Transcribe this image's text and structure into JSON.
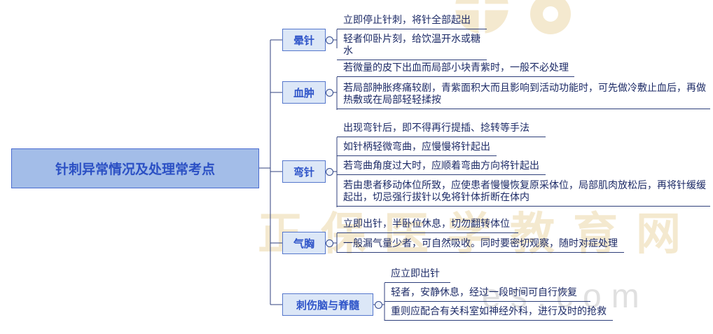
{
  "root": {
    "label": "针刺异常情况及处理常考点"
  },
  "branches": [
    {
      "label": "晕针",
      "items": [
        "立即停止针刺，将针全部起出",
        "轻者仰卧片刻，给饮温开水或糖水"
      ]
    },
    {
      "label": "血肿",
      "items": [
        "若微量的皮下出血而局部小块青紫时，一般不必处理",
        "若局部肿胀疼痛较剧，青紫面积大而且影响到活动功能时，可先做冷敷止血后，再做热敷或在局部轻轻揉按"
      ]
    },
    {
      "label": "弯针",
      "items": [
        "出现弯针后，即不得再行提插、捻转等手法",
        "如针柄轻微弯曲，应慢慢将针起出",
        "若弯曲角度过大时，应顺着弯曲方向将针起出",
        "若由患者移动体位所致，应使患者慢慢恢复原采体位，局部肌肉放松后，再将针缓缓起出，切忌强行拔针以免将针体折断在体内"
      ]
    },
    {
      "label": "气胸",
      "items": [
        "立即出针，半卧位休息，切勿翻转体位",
        "一般漏气量少者，可自然吸收。同时要密切观察，随时对症处理"
      ]
    },
    {
      "label": "刺伤脑与脊髓",
      "items": [
        "应立即出针",
        "轻者，安静休息，经过一段时间可自行恢复",
        "重则应配合有关科室如神经外科，进行及时的抢救"
      ]
    }
  ],
  "watermark": {
    "main": "正保医学教育网",
    "sub": "es.com",
    "main_color": "#f4e9cf",
    "sub_color": "#e0e0e0"
  },
  "colors": {
    "root_fill": "#a3bde8",
    "node_fill": "#dce7f7",
    "node_border": "#5577cc",
    "line": "#31427f",
    "leaf_text": "#1c2a66"
  }
}
